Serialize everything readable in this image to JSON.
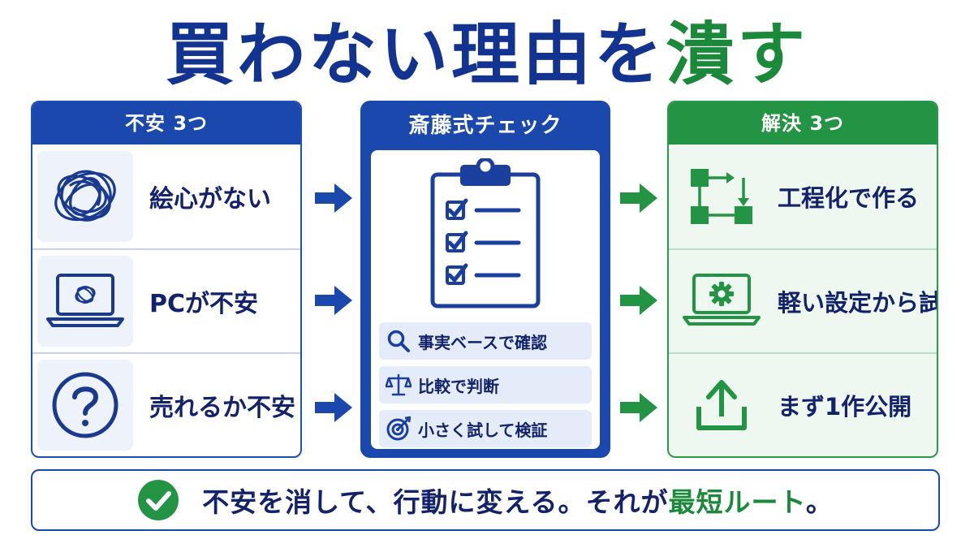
{
  "title": {
    "main": "買わない理由を",
    "accent": "潰す"
  },
  "left_panel": {
    "header": "不安 3つ",
    "items": [
      {
        "label": "絵心がない",
        "icon": "scribble-icon"
      },
      {
        "label": "PCが不安",
        "icon": "laptop-icon"
      },
      {
        "label": "売れるか不安",
        "icon": "question-icon"
      }
    ]
  },
  "center_panel": {
    "header": "斎藤式チェック",
    "icon": "clipboard-checklist-icon",
    "methods": [
      {
        "label": "事実ベースで確認",
        "icon": "search-icon"
      },
      {
        "label": "比較で判断",
        "icon": "scale-icon"
      },
      {
        "label": "小さく試して検証",
        "icon": "target-icon"
      }
    ]
  },
  "right_panel": {
    "header": "解決 3つ",
    "items": [
      {
        "label": "工程化で作る",
        "icon": "flowchart-icon"
      },
      {
        "label": "軽い設定から試す",
        "icon": "laptop-gear-icon"
      },
      {
        "label": "まず1作公開",
        "icon": "upload-icon"
      }
    ]
  },
  "footer": {
    "main": "不安を消して、行動に変える。それが",
    "accent": "最短ルート",
    "tail": "。",
    "icon": "check-circle-icon"
  },
  "colors": {
    "blue": "#1b48ad",
    "navy": "#13226a",
    "green": "#229443",
    "light_blue": "#edf2fb",
    "light_green": "#eff8f0"
  }
}
